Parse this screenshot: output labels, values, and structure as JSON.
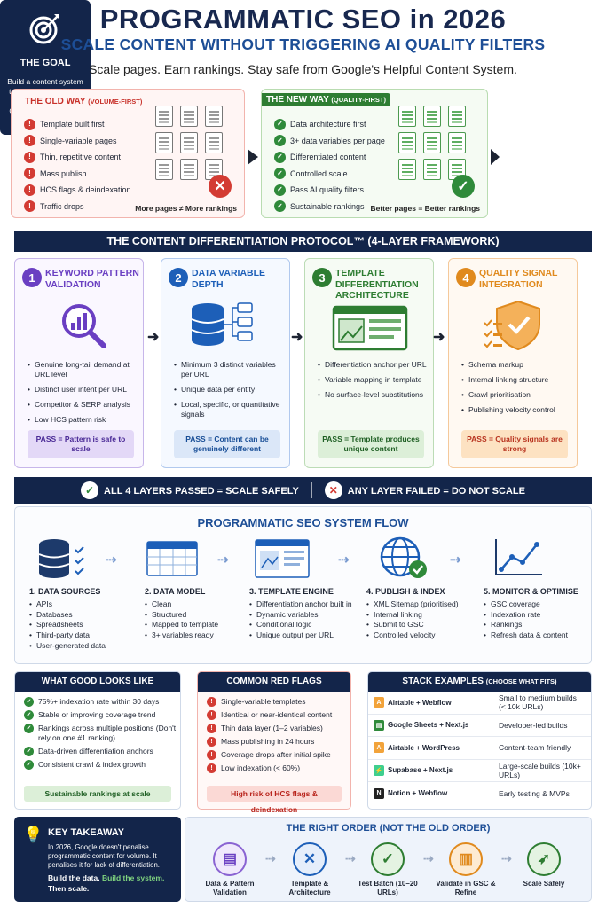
{
  "header": {
    "title": "PROGRAMMATIC SEO in 2026",
    "subtitle": "SCALE CONTENT WITHOUT TRIGGERING AI QUALITY FILTERS",
    "tagline": "Scale pages. Earn rankings. Stay safe from Google's Helpful Content System."
  },
  "old_way": {
    "title": "THE OLD WAY",
    "tag": "(VOLUME-FIRST)",
    "items": [
      "Template built first",
      "Single-variable pages",
      "Thin, repetitive content",
      "Mass publish",
      "HCS flags & deindexation",
      "Traffic drops"
    ],
    "footer": "More pages ≠ More rankings"
  },
  "new_way": {
    "title": "THE NEW WAY",
    "tag": "(QUALITY-FIRST)",
    "items": [
      "Data architecture first",
      "3+ data variables per page",
      "Differentiated content",
      "Controlled scale",
      "Pass AI quality filters",
      "Sustainable rankings"
    ],
    "footer": "Better pages = Better rankings"
  },
  "goal": {
    "title": "THE GOAL",
    "text": "Build a content system that scales safely and earns trust from Google & AI systems."
  },
  "framework": {
    "banner": "THE CONTENT DIFFERENTIATION PROTOCOL™ (4-LAYER FRAMEWORK)",
    "layers": [
      {
        "num": "1",
        "title": "KEYWORD PATTERN VALIDATION",
        "items": [
          "Genuine long-tail demand at URL level",
          "Distinct user intent per URL",
          "Competitor & SERP analysis",
          "Low HCS pattern risk"
        ],
        "pass": "PASS = Pattern is safe to scale",
        "color": "#6a3fc2"
      },
      {
        "num": "2",
        "title": "DATA VARIABLE DEPTH",
        "items": [
          "Minimum 3 distinct variables per URL",
          "Unique data per entity",
          "Local, specific, or quantitative signals"
        ],
        "pass": "PASS = Content can be genuinely different",
        "color": "#1d5fb8"
      },
      {
        "num": "3",
        "title": "TEMPLATE DIFFERENTIATION ARCHITECTURE",
        "items": [
          "Differentiation anchor per URL",
          "Variable mapping in template",
          "No surface-level substitutions"
        ],
        "pass": "PASS = Template produces unique content",
        "color": "#2e7d32"
      },
      {
        "num": "4",
        "title": "QUALITY SIGNAL INTEGRATION",
        "items": [
          "Schema markup",
          "Internal linking structure",
          "Crawl prioritisation",
          "Publishing velocity control"
        ],
        "pass": "PASS = Quality signals are strong",
        "color": "#e08a1e"
      }
    ]
  },
  "status": {
    "pass": "ALL 4 LAYERS PASSED = SCALE SAFELY",
    "fail": "ANY LAYER FAILED = DO NOT SCALE"
  },
  "flow": {
    "title": "PROGRAMMATIC SEO SYSTEM FLOW",
    "steps": [
      {
        "title": "1. DATA SOURCES",
        "items": [
          "APIs",
          "Databases",
          "Spreadsheets",
          "Third-party data",
          "User-generated data"
        ]
      },
      {
        "title": "2. DATA MODEL",
        "items": [
          "Clean",
          "Structured",
          "Mapped to template",
          "3+ variables ready"
        ]
      },
      {
        "title": "3. TEMPLATE ENGINE",
        "items": [
          "Differentiation anchor built in",
          "Dynamic variables",
          "Conditional logic",
          "Unique output per URL"
        ]
      },
      {
        "title": "4. PUBLISH & INDEX",
        "items": [
          "XML Sitemap (prioritised)",
          "Internal linking",
          "Submit to GSC",
          "Controlled velocity"
        ]
      },
      {
        "title": "5. MONITOR & OPTIMISE",
        "items": [
          "GSC coverage",
          "Indexation rate",
          "Rankings",
          "Refresh data & content"
        ]
      }
    ]
  },
  "good": {
    "title": "WHAT GOOD LOOKS LIKE",
    "items": [
      "75%+ indexation rate within 30 days",
      "Stable or improving coverage trend",
      "Rankings across multiple positions (Don't rely on one #1 ranking)",
      "Data-driven differentiation anchors",
      "Consistent crawl & index growth"
    ],
    "footer": "Sustainable rankings at scale"
  },
  "red_flags": {
    "title": "COMMON RED FLAGS",
    "items": [
      "Single-variable templates",
      "Identical or near-identical content",
      "Thin data layer (1–2 variables)",
      "Mass publishing in 24 hours",
      "Coverage drops after initial spike",
      "Low indexation (< 60%)"
    ],
    "footer": "High risk of HCS flags & deindexation"
  },
  "stack": {
    "title": "STACK EXAMPLES",
    "tag": "(CHOOSE WHAT FITS)",
    "rows": [
      {
        "stack": "Airtable + Webflow",
        "use": "Small to medium builds (< 10k URLs)"
      },
      {
        "stack": "Google Sheets + Next.js",
        "use": "Developer-led builds"
      },
      {
        "stack": "Airtable + WordPress",
        "use": "Content-team friendly"
      },
      {
        "stack": "Supabase + Next.js",
        "use": "Large-scale builds (10k+ URLs)"
      },
      {
        "stack": "Notion + Webflow",
        "use": "Early testing & MVPs"
      }
    ]
  },
  "takeaway": {
    "title": "KEY TAKEAWAY",
    "text": "In 2026, Google doesn't penalise programmatic content for volume. It penalises it for lack of differentiation.",
    "line1a": "Build the data.",
    "line1b": "Build the system.",
    "line2": "Then scale."
  },
  "order": {
    "title": "THE RIGHT ORDER (NOT THE OLD ORDER)",
    "steps": [
      "Data & Pattern Validation",
      "Template & Architecture",
      "Test Batch (10–20 URLs)",
      "Validate in GSC & Refine",
      "Scale Safely"
    ]
  }
}
